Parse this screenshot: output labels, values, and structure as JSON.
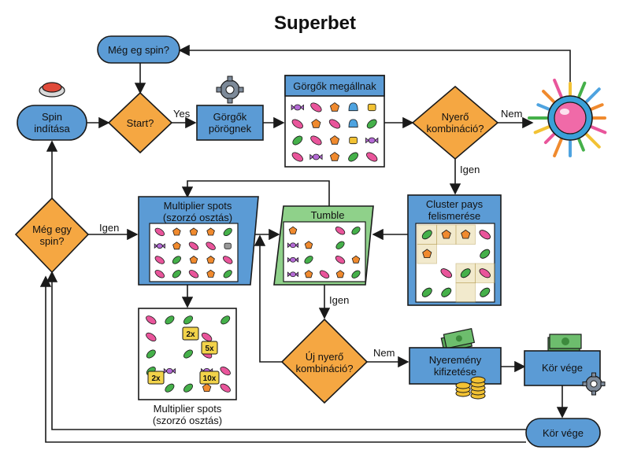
{
  "title": "Superbet",
  "nodes": {
    "meg_eg_spin": "Még eg  spin?",
    "spin_inditasa": "Spin\nindítása",
    "start": "Start?",
    "gorgok_porognek": "Görgők\npörögnek",
    "gorgok_megallnak": "Görgők megállnak",
    "nyero_kombinacio": "Nyerő\nkombináció?",
    "meg_egy_spin": "Még egy\nspin?",
    "multiplier_spots": "Multiplier spots\n(szorzó osztás)",
    "tumble": "Tumble",
    "cluster_pays": "Cluster pays\nfelismerése",
    "uj_nyero": "Új nyerő\nkombináció?",
    "nyeremeny_kifizetese": "Nyeremény\nkifizetése",
    "kor_vege_1": "Kör vége",
    "kor_vege_2": "Kör vége",
    "multiplier_caption": "Multiplier spots\n(szorzó osztás)"
  },
  "edges": {
    "yes_start": "Yes",
    "nem_nyero": "Nem",
    "igen_nyero": "Igen",
    "igen_meg": "Igen",
    "igen_uj": "Igen",
    "nem_uj": "Nem"
  },
  "multipliers": [
    "2x",
    "5x",
    "2x",
    "10x"
  ],
  "colors": {
    "blue": "#5b9bd5",
    "orange": "#f5a742",
    "green": "#8fd18a",
    "stroke": "#1a1a1a"
  }
}
